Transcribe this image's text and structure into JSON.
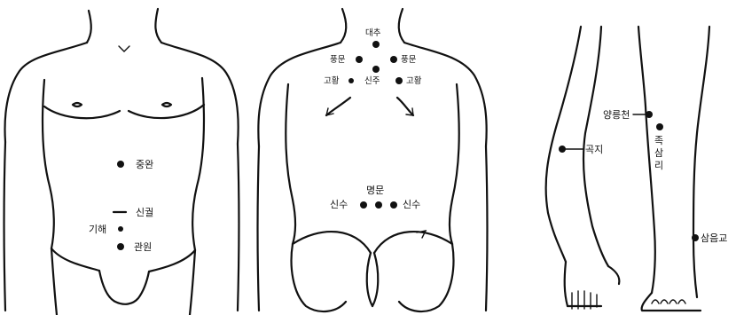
{
  "front": {
    "points": {
      "jungwan": "중완",
      "singwol": "신궐",
      "gihae": "기해",
      "gwanwon": "관원"
    }
  },
  "back": {
    "points": {
      "daechu": "대추",
      "pungmun_left": "풍문",
      "pungmun_right": "풍문",
      "gohwang_left": "고황",
      "sinju": "신주",
      "gohwang_right": "고황",
      "myeongmun": "명문",
      "sinsu_left": "신수",
      "sinsu_right": "신수"
    }
  },
  "limbs": {
    "points": {
      "gokji": "곡지",
      "yangneungcheon": "양릉천",
      "joksamni_1": "족",
      "joksamni_2": "삼",
      "joksamni_3": "리",
      "sameumgyo": "삼음교"
    }
  }
}
